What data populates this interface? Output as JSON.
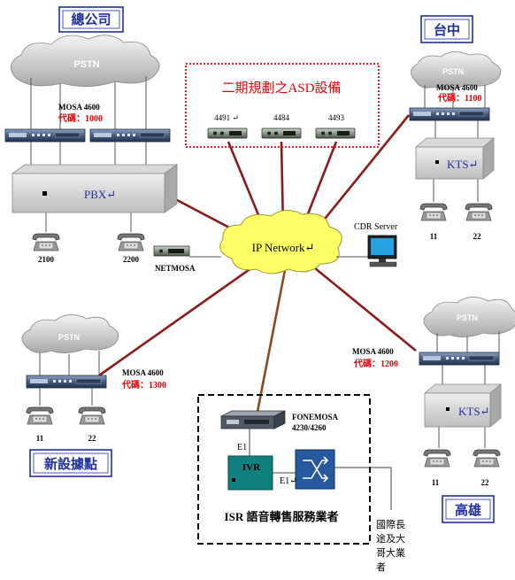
{
  "sites": {
    "hq": {
      "name": "總公司",
      "pstn": "PSTN",
      "mosa": "MOSA 4600",
      "code": "代碼：1000",
      "pbx": "PBX↵",
      "ext1": "2100",
      "ext2": "2200"
    },
    "taichung": {
      "name": "台中",
      "pstn": "PSTN",
      "mosa": "MOSA 4600",
      "code": "代碼：1100",
      "kts": "KTS↵",
      "ext1": "11",
      "ext2": "22"
    },
    "new_site": {
      "name": "新設據點",
      "pstn": "PSTN",
      "mosa": "MOSA 4600",
      "code": "代碼：1300",
      "ext1": "11",
      "ext2": "22"
    },
    "kaohsiung": {
      "name": "高雄",
      "pstn": "PSTN",
      "mosa": "MOSA 4600",
      "code": "代碼：1200",
      "kts": "KTS↵",
      "ext1": "11",
      "ext2": "22"
    }
  },
  "asd": {
    "title": "二期規劃之ASD設備",
    "units": [
      "4491 ↵",
      "4484",
      "4493"
    ]
  },
  "network": {
    "label": "IP Network↵"
  },
  "netmosa": "NETMOSA",
  "cdr_server": "CDR Server",
  "isr": {
    "fonemosa": "FONEMOSA",
    "fonemosa_model": "4230/4260",
    "e1_a": "E1",
    "e1_b": "E1↵",
    "ivr": "IVR",
    "title": "ISR 語音轉售服務業者",
    "carrier_lines": [
      "國際長",
      "途及大",
      "哥大業",
      "者"
    ]
  },
  "colors": {
    "site_title": "#1f2ea0",
    "code_red": "#e8000b",
    "link": "#8b1a1a",
    "cloud_fill": "#ffff66",
    "ivr_fill": "#0f7f7f",
    "switch_fill": "#27599e"
  }
}
